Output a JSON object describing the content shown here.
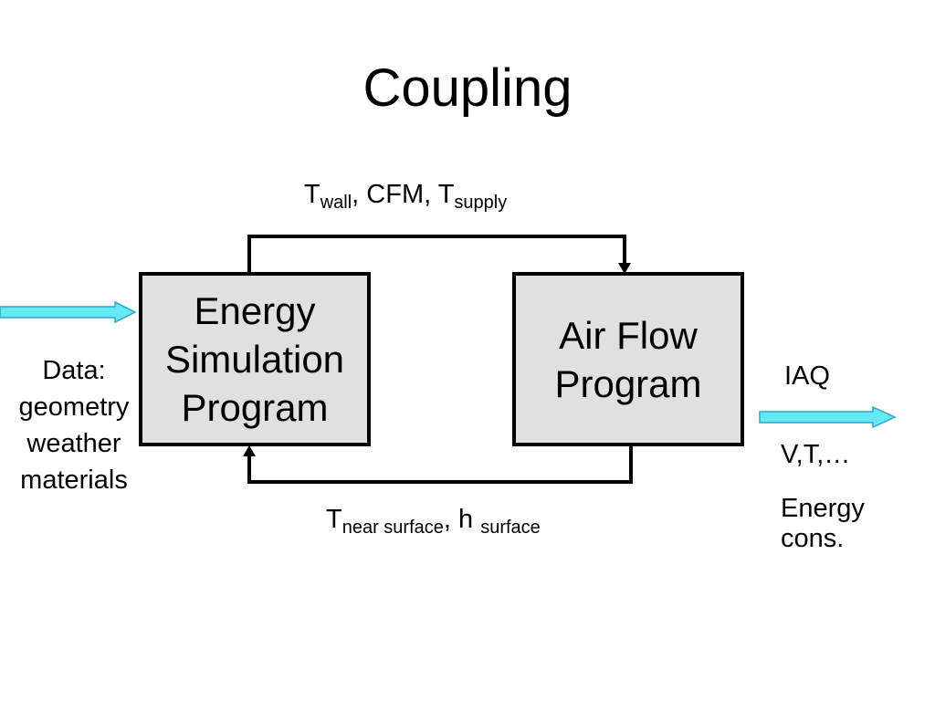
{
  "title": "Coupling",
  "boxes": {
    "energy_simulation": {
      "lines": [
        "Energy",
        "Simulation",
        "Program"
      ]
    },
    "air_flow": {
      "lines": [
        "Air Flow",
        "Program"
      ]
    }
  },
  "top_link": {
    "t1_main": "T",
    "t1_sub": "wall",
    "middle": ", CFM, ",
    "t2_main": "T",
    "t2_sub": "supply"
  },
  "bottom_link": {
    "t1_main": "T",
    "t1_sub": "near surface",
    "middle": ", h ",
    "h_sub": "surface"
  },
  "input": {
    "lines": [
      "Data:",
      "geometry",
      "weather",
      "materials"
    ]
  },
  "outputs": {
    "iaq": "IAQ",
    "vt": "V,T,…",
    "energy_lines": [
      "Energy",
      "cons."
    ]
  },
  "colors": {
    "arrow_fill": "#66e8f5",
    "arrow_stroke": "#2ca8c8",
    "box_fill": "#e0e0e0"
  }
}
